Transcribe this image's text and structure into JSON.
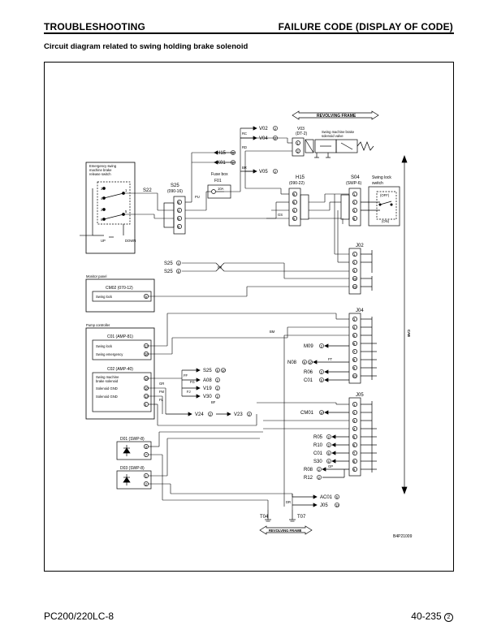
{
  "header": {
    "left": "TROUBLESHOOTING",
    "right": "FAILURE CODE (DISPLAY OF CODE)"
  },
  "subtitle": "Circuit diagram related to swing holding brake solenoid",
  "diagram": {
    "revolving_frame_top": "REVOLVING FRAME",
    "revolving_frame_bottom": "REVOLVING FRAME",
    "cab": "CAB",
    "figure_id": "B4P21009",
    "v03": "V03",
    "v03_conn": "(DT-2)",
    "v03_desc1": "Swing machine brake",
    "v03_desc2": "solenoid valve",
    "v02": "V02",
    "v04": "V04",
    "v05": "V05",
    "h15_top": "H15",
    "k01": "K01",
    "sw_desc1": "Emergency swing",
    "sw_desc2": "machine brake",
    "sw_desc3": "release switch",
    "s22": "S22",
    "up": "UP",
    "down": "DOWN",
    "s25": "S25",
    "s25_conn": "(090-16)",
    "fuse_box": "Fuse box",
    "f01": "F01",
    "h15": "H15",
    "h15_conn": "(090-22)",
    "s04": "S04",
    "s04_conn": "(SWP-6)",
    "swing_lock_switch1": "Swing lock",
    "swing_lock_switch2": "switch",
    "off": "(OFF)",
    "on": "(ON)",
    "j02": "J02",
    "j04": "J04",
    "j05": "J05",
    "s25_a": "S25",
    "s25_b": "S25",
    "monitor_panel": "Monitor panel",
    "cm02": "CM02 (070-12)",
    "swing_lock": "Swing lock",
    "pump_controller": "Pump controller",
    "c01": "C01 (AMP-81)",
    "swing_lock2": "Swing lock",
    "swing_emergency": "Swing emergency",
    "c02": "C02 (AMP-40)",
    "c02_desc1": "Swing machine",
    "c02_desc2": "brake solenoid",
    "solenoid_gnd1": "Solenoid GND",
    "solenoid_gnd2": "Solenoid GND",
    "m09": "M09",
    "n08": "N08",
    "r06": "R06",
    "c01_j": "C01",
    "s25_c": "S25",
    "a08": "A08",
    "v19": "V19",
    "v30": "V30",
    "v24": "V24",
    "v23": "V23",
    "cm01": "CM01",
    "r05": "R05",
    "r10": "R10",
    "c01_k": "C01",
    "s30": "S30",
    "r08": "R08",
    "r12": "R12",
    "d01": "D01 (SWP-8)",
    "d03": "D03 (SWP-8)",
    "ac01": "AC01",
    "j05_b": "J05",
    "t04": "T04",
    "t07": "T07"
  },
  "footer": {
    "model": "PC200/220LC-8",
    "page": "40-235"
  }
}
